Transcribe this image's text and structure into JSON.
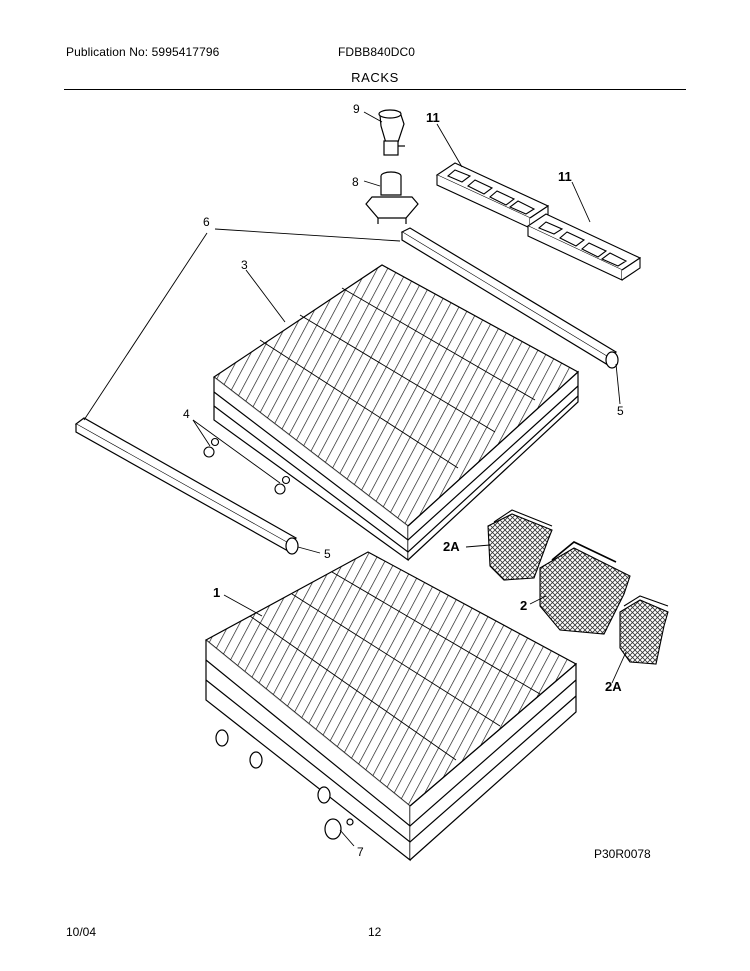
{
  "header": {
    "publication": "Publication No: 5995417796",
    "model": "FDBB840DC0"
  },
  "section_title": "RACKS",
  "figure_code": "P30R0078",
  "footer": {
    "date": "10/04",
    "page": "12"
  },
  "callouts": {
    "c1": "1",
    "c2": "2",
    "c2a_top": "2A",
    "c2a_bottom": "2A",
    "c3": "3",
    "c4": "4",
    "c5_right": "5",
    "c5_left": "5",
    "c6": "6",
    "c7": "7",
    "c8": "8",
    "c9": "9",
    "c11_left": "11",
    "c11_right": "11"
  }
}
